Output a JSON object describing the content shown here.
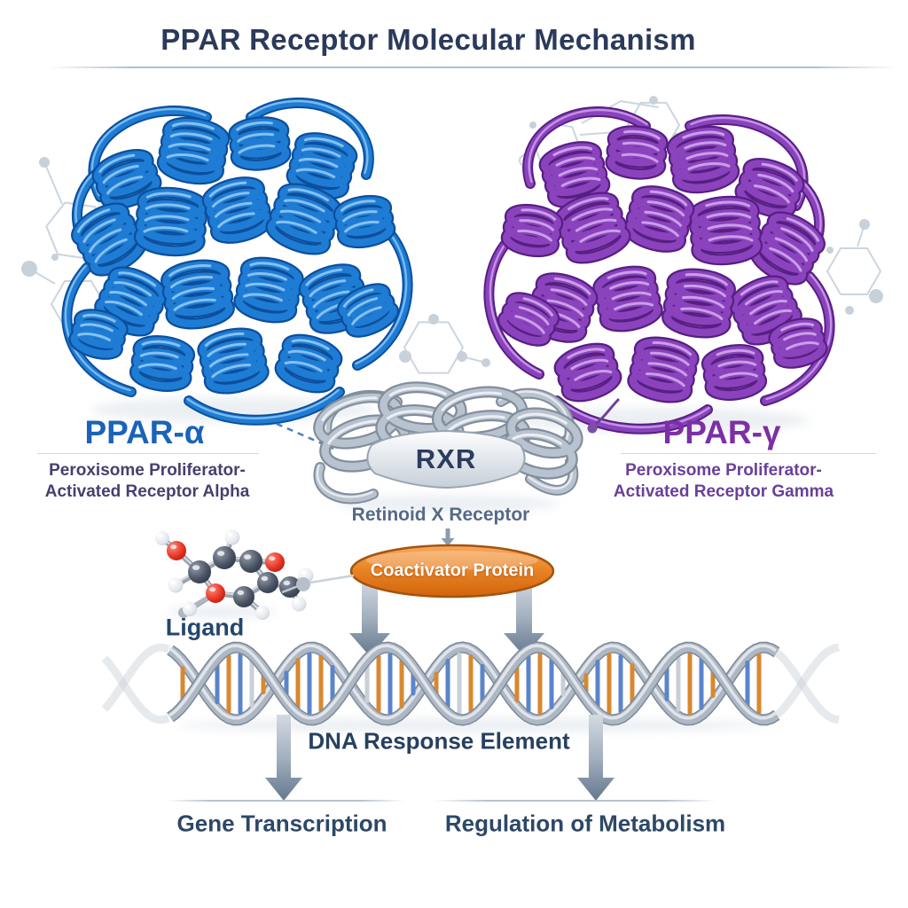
{
  "title": "PPAR Receptor Molecular Mechanism",
  "receptors": {
    "alpha": {
      "name": "PPAR-α",
      "line1": "Peroxisome Proliferator-",
      "line2": "Activated Receptor Alpha",
      "ribbon_color": "#1f7cd4",
      "label_color": "#1a63b8"
    },
    "gamma": {
      "name": "PPAR-γ",
      "line1": "Peroxisome Proliferator-",
      "line2": "Activated Receptor Gamma",
      "ribbon_color": "#8a43bd",
      "label_color": "#7c2fa6"
    }
  },
  "rxr": {
    "abbrev": "RXR",
    "full_name": "Retinoid X Receptor",
    "ribbon_color": "#b9c3cf"
  },
  "ligand": {
    "label": "Ligand"
  },
  "coactivator": {
    "label": "Coactivator Protein",
    "fill_color": "#ea8526",
    "border_color": "#a3540e"
  },
  "dna": {
    "label": "DNA Response Element",
    "rung_colors": [
      "#d9882f",
      "#5b84cb"
    ],
    "strand_color": "#aeb8c4"
  },
  "outcomes": [
    {
      "label": "Gene Transcription"
    },
    {
      "label": "Regulation of Metabolism"
    }
  ],
  "colors": {
    "title_text": "#2b3a5a",
    "body_text": "#2d4867",
    "arrow": "#8496a9",
    "hex_decoration": "#c7d1db",
    "background": "#ffffff"
  }
}
